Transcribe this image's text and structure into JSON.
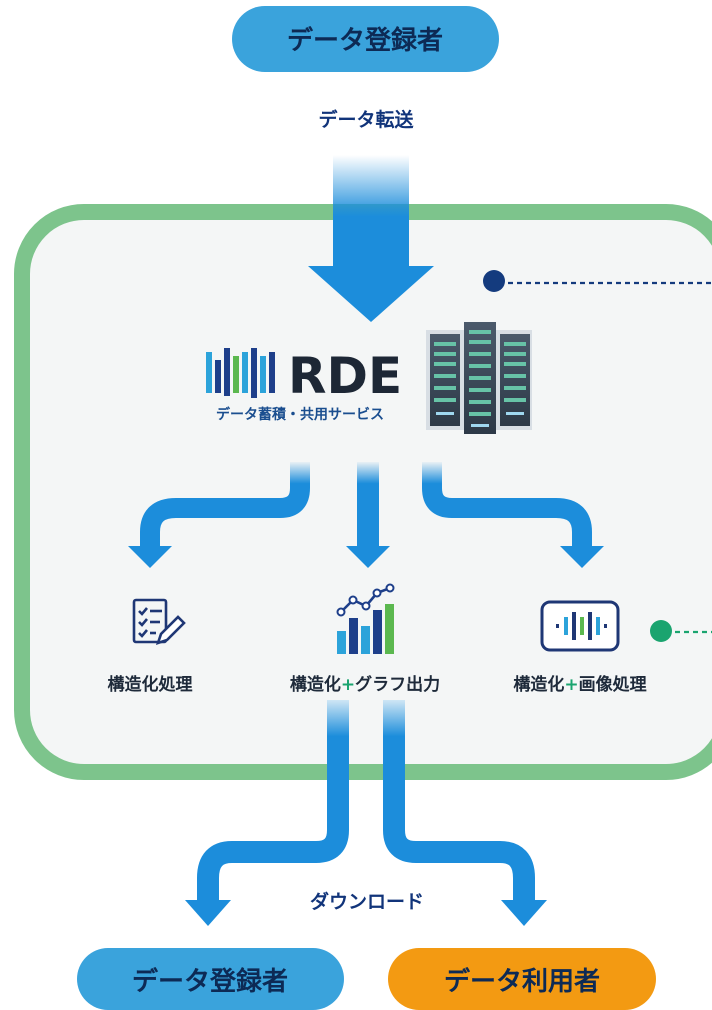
{
  "colors": {
    "pill_blue": "#3aa3dc",
    "pill_orange": "#f39a12",
    "frame_green": "#7dc48c",
    "panel_bg": "#f4f6f6",
    "arrow_blue": "#1c8ddb",
    "dot_navy": "#143b7e",
    "dot_green": "#1aa46f",
    "icon_navy": "#1f3775"
  },
  "top_actor": {
    "label": "データ登録者"
  },
  "upload_label": "データ転送",
  "rde": {
    "logo_text": "RDE",
    "subtitle": "データ蓄積・共用サービス",
    "logo_icon": "rde-bars-logo",
    "server_icon": "server-rack-icon"
  },
  "processes": [
    {
      "label": "構造化処理",
      "icon": "checklist-pencil-icon"
    },
    {
      "label_a": "構造化",
      "plus": "+",
      "label_b": "グラフ出力",
      "icon": "bar-line-chart-icon"
    },
    {
      "label_a": "構造化",
      "plus": "+",
      "label_b": "画像処理",
      "icon": "signal-waveform-icon"
    }
  ],
  "download_label": "ダウンロード",
  "bottom_actors": [
    {
      "label": "データ登録者",
      "color": "#3aa3dc"
    },
    {
      "label": "データ利用者",
      "color": "#f39a12"
    }
  ]
}
